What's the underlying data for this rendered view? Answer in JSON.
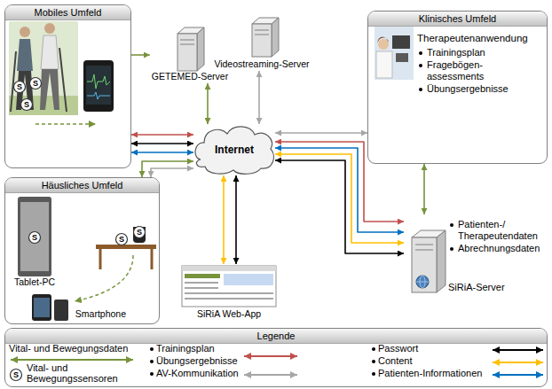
{
  "diagram": {
    "nodes": [
      {
        "text": [
          "Mobiles Umfeld"
        ]
      },
      {
        "text": [
          "GETEMED-Server"
        ]
      },
      {
        "text": [
          "Videostreaming-Server"
        ]
      },
      {
        "text": [
          "Klinisches Umfeld"
        ]
      },
      {
        "text": [
          "Therapeutenanwendung",
          "Trainingsplan",
          "Fragebögen- assessments",
          "Übungsergebnisse"
        ],
        "in": 3
      },
      {
        "text": [
          "Internet"
        ]
      },
      {
        "text": [
          "Häusliches Umfeld"
        ]
      },
      {
        "text": [
          "Tablet-PC"
        ],
        "in": 6
      },
      {
        "text": [
          "Smartphone"
        ],
        "in": 6
      },
      {
        "text": [
          "SiRiA Web-App"
        ]
      },
      {
        "text": [
          "Patienten-/ Therapeutendaten",
          "Abrechnungsdaten",
          "SiRiA-Server"
        ]
      },
      {
        "text": [
          "Legende"
        ]
      }
    ],
    "edges": [
      {
        "from": 0,
        "to": 1,
        "arrow": "to"
      },
      {
        "from": 1,
        "to": 5,
        "arrow": "both"
      },
      {
        "from": 2,
        "to": 5,
        "arrow": "both"
      },
      {
        "from": 3,
        "to": 10,
        "arrow": "both"
      },
      {
        "from": 5,
        "to": 3,
        "arrow": "both"
      },
      {
        "from": 5,
        "to": 10,
        "arrow": "both"
      },
      {
        "from": 5,
        "to": 10,
        "arrow": "both"
      },
      {
        "from": 5,
        "to": 10,
        "arrow": "both"
      },
      {
        "from": 5,
        "to": 10,
        "arrow": "both"
      },
      {
        "from": 5,
        "to": 9,
        "arrow": "both"
      },
      {
        "from": 5,
        "to": 9,
        "arrow": "both"
      },
      {
        "from": 0,
        "to": 5,
        "arrow": "both"
      },
      {
        "from": 0,
        "to": 5,
        "arrow": "both"
      },
      {
        "from": 0,
        "to": 5,
        "arrow": "both"
      },
      {
        "from": 6,
        "to": 5,
        "arrow": "both"
      },
      {
        "from": 6,
        "to": 5,
        "arrow": "both"
      }
    ],
    "labels": [
      "S",
      "S",
      "S",
      "S",
      "S",
      "S",
      "S"
    ],
    "legend": [
      {
        "text": "Vital- und Bewegungsdaten"
      },
      {
        "text": "Vital- und Bewegungssensoren"
      },
      {
        "text": "Trainingsplan"
      },
      {
        "text": "Übungsergebnisse"
      },
      {
        "text": "AV-Kommunikation"
      },
      {
        "text": "Passwort"
      },
      {
        "text": "Content"
      },
      {
        "text": "Patienten-Informationen"
      }
    ]
  }
}
